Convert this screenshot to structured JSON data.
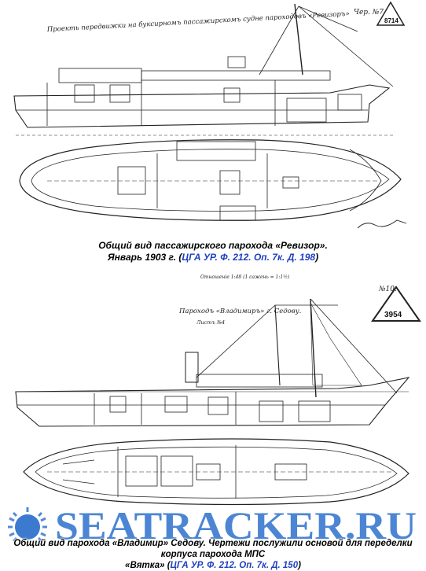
{
  "top_drawing": {
    "title": "Проекть передвижки на буксирномъ пассажирскомъ судне пароходовъ «Ревизоръ»",
    "sheet_ref": "Чер. №7",
    "stamp_code": "8714"
  },
  "caption_1": {
    "line1": "Общий вид пассажирского парохода «Ревизор».",
    "line2_prefix": "Январь 1903 г. (",
    "reference": "ЦГА УР. Ф. 212. Оп. 7к. Д. 198",
    "line2_suffix": ")"
  },
  "bottom_drawing": {
    "title": "Пароходъ «Владимиръ» г. Седову.",
    "sheet_no": "Листъ №4",
    "sheet_ref": "№10.",
    "stamp_code": "3954",
    "scale_note": "Отношеніе 1:48 (1 сажень = 1:1½)"
  },
  "watermark": {
    "text": "SEATRACKER.RU",
    "color": "#1a63c8"
  },
  "caption_2": {
    "line1": "Общий вид парохода «Владимир» Седову. Чертежи послужили основой для переделки корпуса парохода МПС",
    "line2_prefix": "«Вятка» (",
    "reference": "ЦГА УР. Ф. 212. Оп. 7к. Д. 150",
    "line2_suffix": ")"
  }
}
